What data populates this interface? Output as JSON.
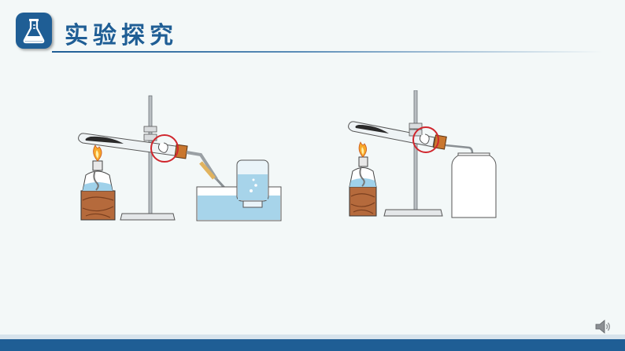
{
  "header": {
    "title": "实验探究",
    "icon": "flask-icon",
    "accent_color": "#1f5e95"
  },
  "diagrams": [
    {
      "name": "heating-setup-water-collection",
      "icons": [
        "alcohol-lamp-icon",
        "test-tube-icon",
        "iron-stand-icon",
        "water-trough-icon",
        "gas-bottle-icon"
      ]
    },
    {
      "name": "heating-setup-upward-air-collection",
      "icons": [
        "alcohol-lamp-icon",
        "test-tube-icon",
        "iron-stand-icon",
        "gas-bottle-icon"
      ]
    }
  ],
  "highlight_color": "#d0262d",
  "footer": {
    "icon": "speaker-icon"
  }
}
